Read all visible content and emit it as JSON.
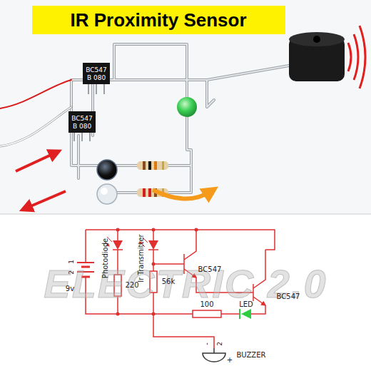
{
  "diagram": {
    "title": "IR Proximity Sensor",
    "labels": [
      "BC547",
      "B 080",
      "BC547",
      "B 080",
      "Photodiode",
      "Ir Transmitter",
      "220",
      "56k",
      "1",
      "2",
      "9v",
      "BC547",
      "BC547",
      "100",
      "LED",
      "-",
      "2",
      "+",
      "BUZZER",
      "ELECTRIC 2.0"
    ]
  }
}
